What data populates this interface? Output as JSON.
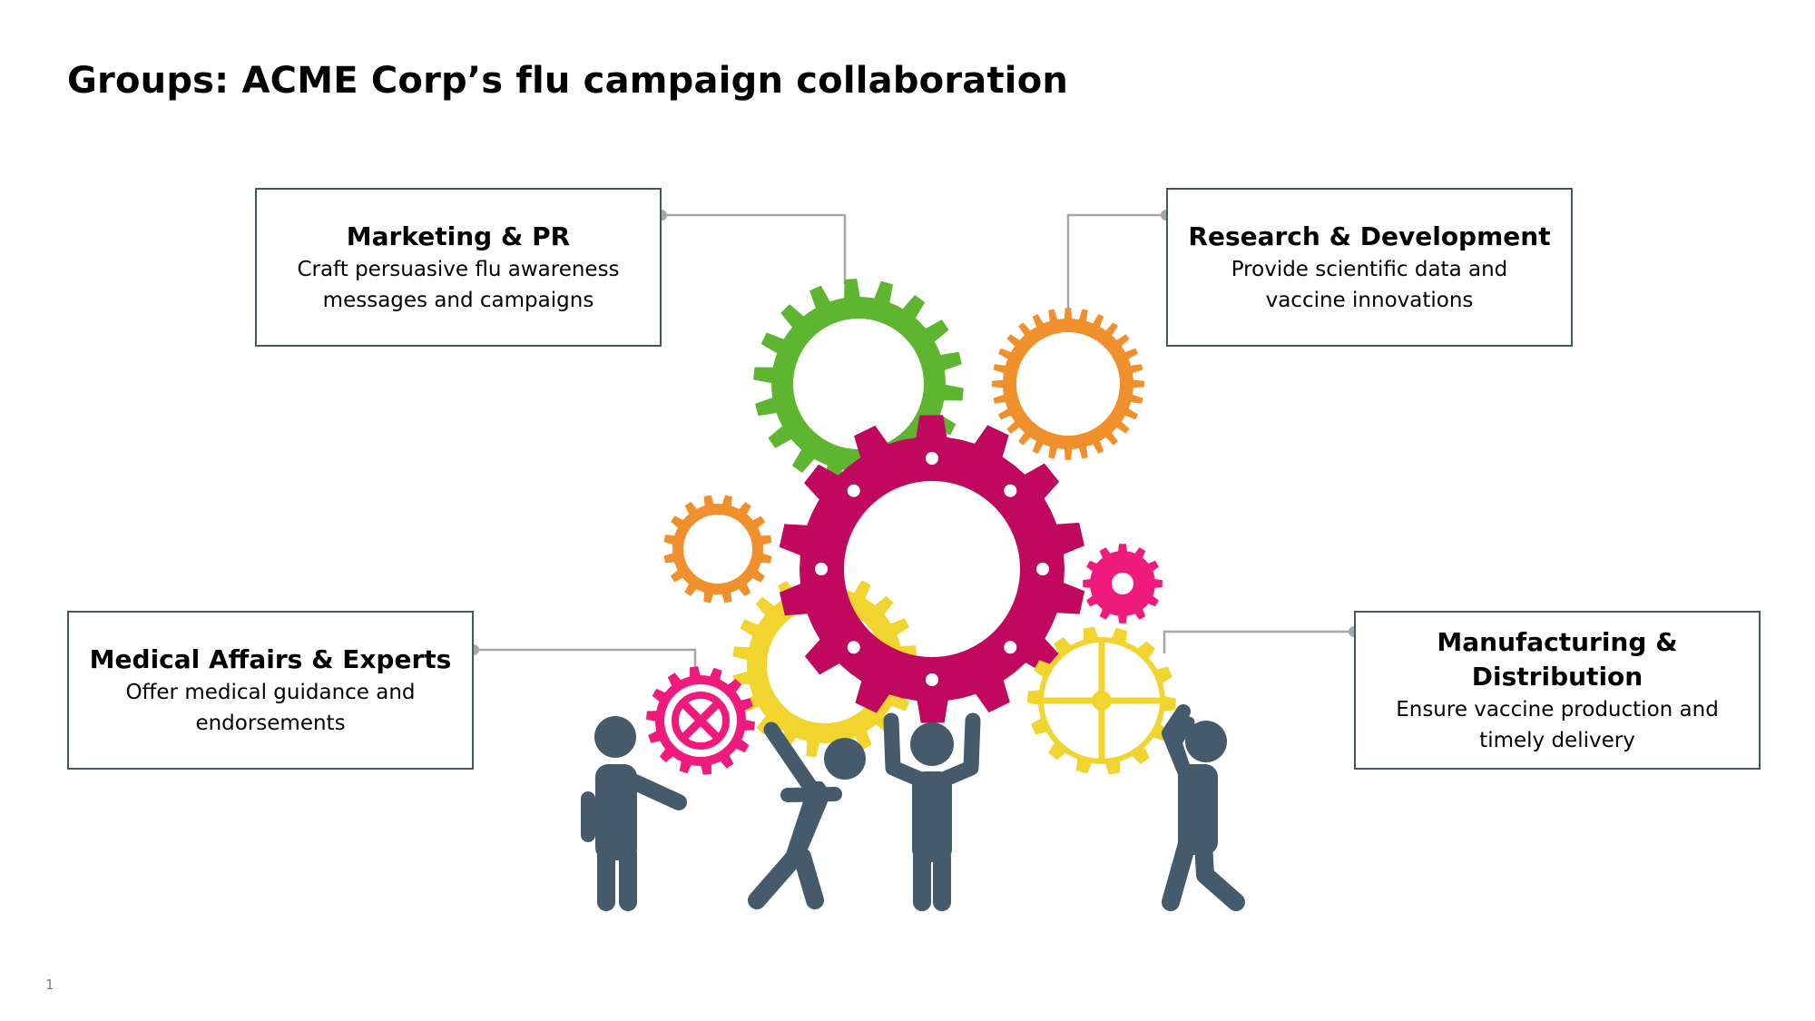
{
  "slide": {
    "title": "Groups: ACME Corp’s flu campaign collaboration",
    "page_number": "1"
  },
  "groups": {
    "marketing": {
      "name": "Marketing & PR",
      "description": "Craft persuasive flu awareness messages and campaigns"
    },
    "research": {
      "name": "Research & Development",
      "description": "Provide scientific data and vaccine innovations"
    },
    "medical": {
      "name": "Medical Affairs & Experts",
      "description": "Offer medical guidance and endorsements"
    },
    "manufacturing": {
      "name": "Manufacturing & Distribution",
      "description": "Ensure vaccine production and timely delivery"
    }
  },
  "colors": {
    "box_border": "#44546a",
    "connector": "#a6a6a6",
    "gear_green": "#5db530",
    "gear_orange": "#f0902d",
    "gear_magenta": "#c0095e",
    "gear_pink": "#ee1a7c",
    "gear_yellow": "#f1d42d",
    "people": "#455a6b"
  },
  "icons": [
    "green-gear-icon",
    "orange-gear-icon",
    "magenta-gear-icon",
    "pink-gear-icon",
    "yellow-gear-icon",
    "person-icon"
  ]
}
